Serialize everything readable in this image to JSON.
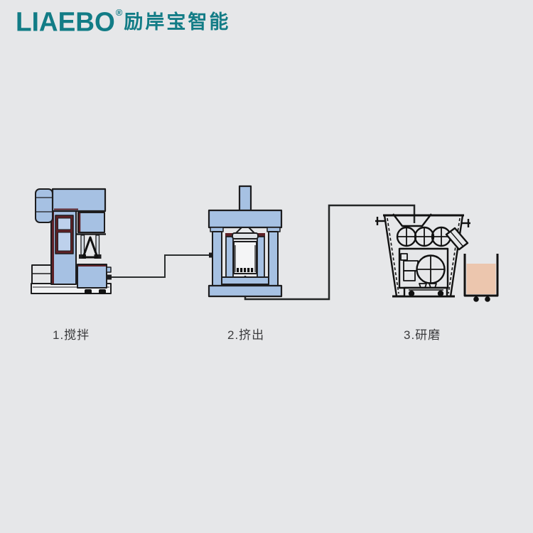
{
  "brand": {
    "wordmark": "LIAEBO",
    "registered_mark": "®",
    "name_cn": "励岸宝智能",
    "color": "#127c86"
  },
  "process_steps": [
    {
      "label": "1.搅拌",
      "icon": "mixer-machine-icon"
    },
    {
      "label": "2.挤出",
      "icon": "extruder-press-icon"
    },
    {
      "label": "3.研磨",
      "icon": "three-roll-grinder-icon"
    }
  ],
  "colors": {
    "background": "#e6e7e9",
    "machine_fill": "#a6c1e3",
    "machine_fill_light": "#bdd1ec",
    "outline_dark": "#1d1d1f",
    "accent_maroon": "#5e2126",
    "flow_line": "#2c2f30",
    "cart_material_fill": "#ecc6ae",
    "panel_fill": "#f3f4f5"
  }
}
